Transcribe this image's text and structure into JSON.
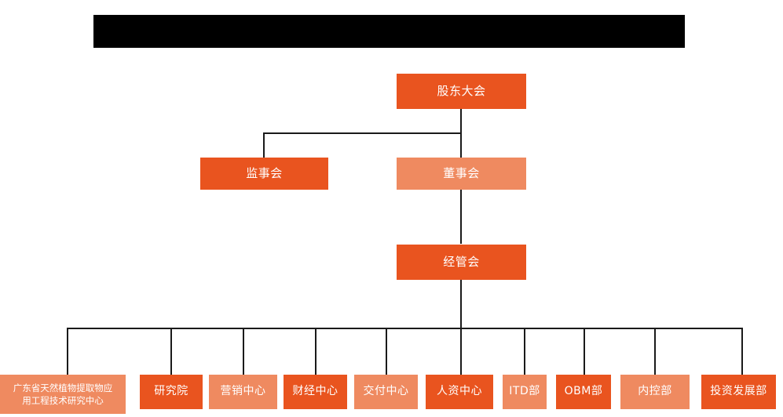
{
  "diagram": {
    "type": "organization-chart",
    "title_banner": {
      "label": "",
      "state": "redacted-black-bar"
    },
    "colors": {
      "vivid_orange": "#E9541F",
      "light_orange": "#EF8A60",
      "connector": "#1a1a1a",
      "background": "#FFFFFF",
      "banner": "#000000",
      "node_text": "#FFFFFF"
    },
    "levels": [
      {
        "level": 1,
        "nodes": [
          {
            "id": "shareholders",
            "label": "股东大会",
            "color": "vivid"
          }
        ]
      },
      {
        "level": 2,
        "nodes": [
          {
            "id": "supervisory",
            "label": "监事会",
            "color": "vivid"
          },
          {
            "id": "board",
            "label": "董事会",
            "color": "light"
          }
        ]
      },
      {
        "level": 3,
        "nodes": [
          {
            "id": "management",
            "label": "经管会",
            "color": "vivid"
          }
        ]
      },
      {
        "level": 4,
        "nodes": [
          {
            "id": "research-center-gd",
            "label": "广东省天然植物提取物应用工程技术研究中心",
            "line1": "广东省天然植物提取物应",
            "line2": "用工程技术研究中心",
            "color": "light"
          },
          {
            "id": "institute",
            "label": "研究院",
            "color": "vivid"
          },
          {
            "id": "marketing-center",
            "label": "营销中心",
            "color": "light"
          },
          {
            "id": "finance-center",
            "label": "财经中心",
            "color": "vivid"
          },
          {
            "id": "delivery-center",
            "label": "交付中心",
            "color": "light"
          },
          {
            "id": "hr-center",
            "label": "人资中心",
            "color": "vivid"
          },
          {
            "id": "itd-dept",
            "label": "ITD部",
            "color": "light"
          },
          {
            "id": "obm-dept",
            "label": "OBM部",
            "color": "vivid"
          },
          {
            "id": "internal-control-dept",
            "label": "内控部",
            "color": "light"
          },
          {
            "id": "investment-dev-dept",
            "label": "投资发展部",
            "color": "vivid"
          }
        ]
      }
    ],
    "edges": [
      {
        "from": "shareholders",
        "to": "supervisory"
      },
      {
        "from": "shareholders",
        "to": "board"
      },
      {
        "from": "board",
        "to": "management"
      },
      {
        "from": "management",
        "to": "research-center-gd"
      },
      {
        "from": "management",
        "to": "institute"
      },
      {
        "from": "management",
        "to": "marketing-center"
      },
      {
        "from": "management",
        "to": "finance-center"
      },
      {
        "from": "management",
        "to": "delivery-center"
      },
      {
        "from": "management",
        "to": "hr-center"
      },
      {
        "from": "management",
        "to": "itd-dept"
      },
      {
        "from": "management",
        "to": "obm-dept"
      },
      {
        "from": "management",
        "to": "internal-control-dept"
      },
      {
        "from": "management",
        "to": "investment-dev-dept"
      }
    ]
  }
}
